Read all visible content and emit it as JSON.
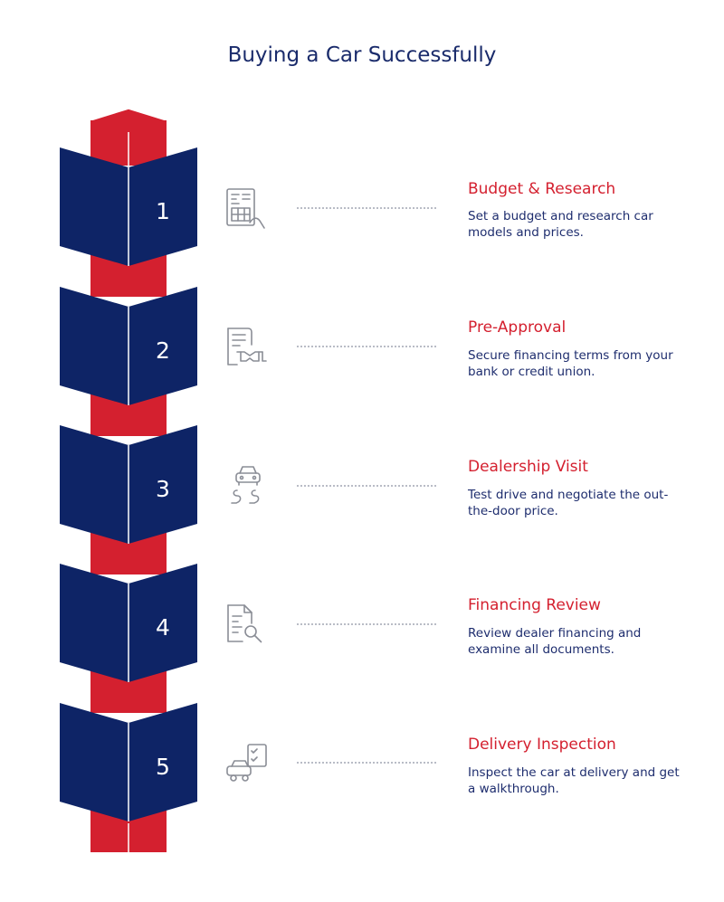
{
  "title": "Buying a Car Successfully",
  "colors": {
    "navy": "#0e2466",
    "red": "#d4202f",
    "title_text": "#1a2b6b",
    "connector": "#b9bcc6",
    "icon_stroke": "#8a8d96"
  },
  "steps": [
    {
      "number": "1",
      "icon": "budget-calculator-icon",
      "title": "Budget & Research",
      "description": "Set a budget and research car models and prices."
    },
    {
      "number": "2",
      "icon": "contract-handshake-icon",
      "title": "Pre-Approval",
      "description": "Secure financing terms from your bank or credit union."
    },
    {
      "number": "3",
      "icon": "car-test-drive-icon",
      "title": "Dealership Visit",
      "description": "Test drive and negotiate the out-the-door price."
    },
    {
      "number": "4",
      "icon": "document-search-icon",
      "title": "Financing Review",
      "description": "Review dealer financing and examine all documents."
    },
    {
      "number": "5",
      "icon": "car-checklist-icon",
      "title": "Delivery Inspection",
      "description": "Inspect the car at delivery and get a walkthrough."
    }
  ]
}
